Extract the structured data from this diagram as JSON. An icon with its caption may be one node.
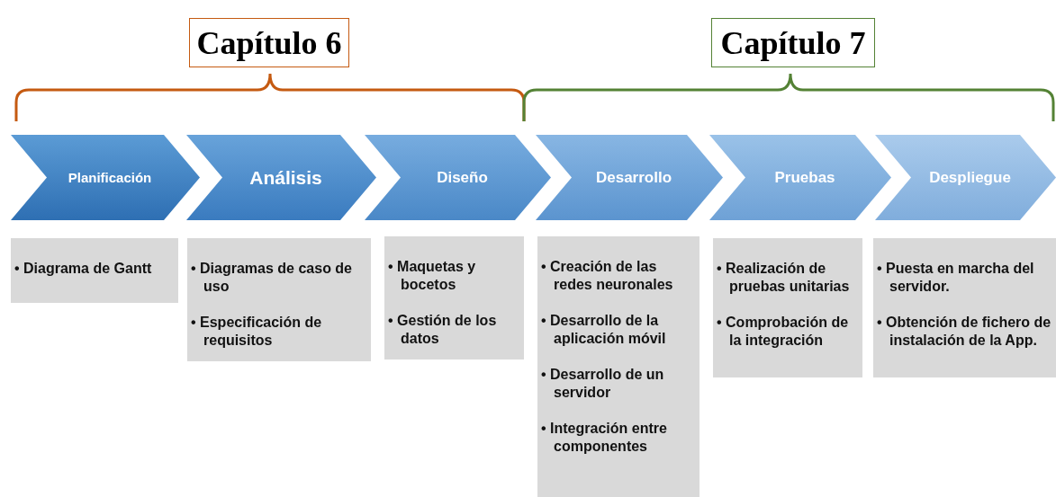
{
  "diagram": {
    "nodes": [
      {
        "text": [
          "Capítulo 6"
        ]
      },
      {
        "text": [
          "Capítulo 7"
        ]
      },
      {
        "text": [
          "Planificación"
        ]
      },
      {
        "text": [
          "Análisis"
        ]
      },
      {
        "text": [
          "Diseño"
        ]
      },
      {
        "text": [
          "Desarrollo"
        ]
      },
      {
        "text": [
          "Pruebas"
        ]
      },
      {
        "text": [
          "Despliegue"
        ]
      },
      {
        "text": [
          "• Diagrama de Gantt"
        ]
      },
      {
        "text": [
          "• Diagramas de caso de uso",
          "• Especificación de requisitos"
        ]
      },
      {
        "text": [
          "• Maquetas y bocetos",
          "• Gestión de los datos"
        ]
      },
      {
        "text": [
          "• Creación de las redes neuronales",
          "• Desarrollo de la aplicación móvil",
          "• Desarrollo de un servidor",
          "• Integración entre componentes"
        ]
      },
      {
        "text": [
          "• Realización de pruebas unitarias",
          "• Comprobación de la integración"
        ]
      },
      {
        "text": [
          "• Puesta en marcha del servidor.",
          "• Obtención de fichero de instalación de la App."
        ]
      }
    ]
  }
}
